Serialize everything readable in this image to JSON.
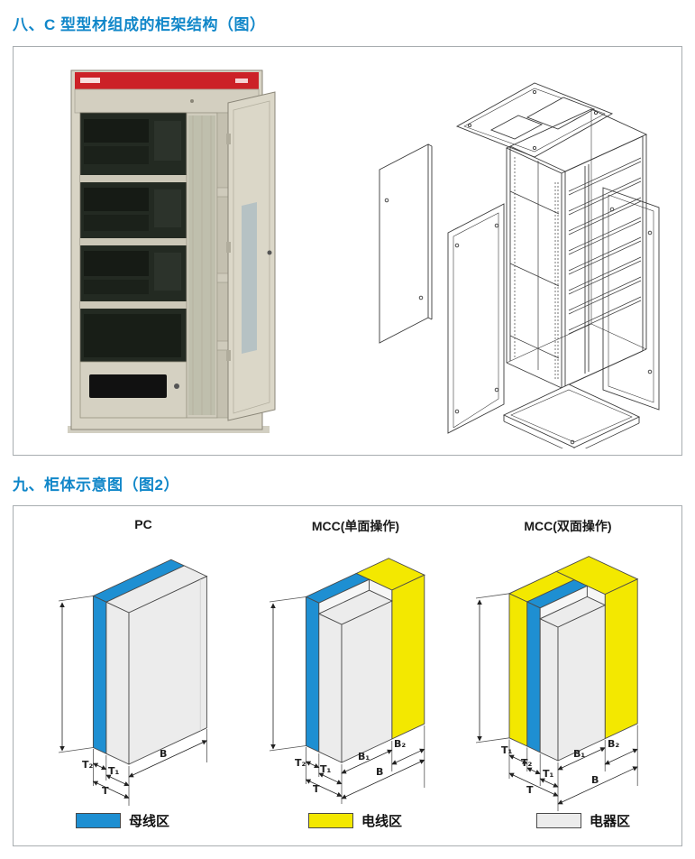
{
  "sections": {
    "one": {
      "heading": "八、C 型型材组成的柜架结构（图）"
    },
    "two": {
      "heading": "九、柜体示意图（图2）"
    }
  },
  "colors": {
    "heading": "#1187c9",
    "busbar": "#1e8fd2",
    "wire": "#f3e800",
    "device": "#ececec",
    "inner_face": "#f6f6f6",
    "outline": "#4a4a4a",
    "cabinet_red": "#cc2127",
    "cabinet_beige": "#d8d4c5"
  },
  "diagrams": [
    {
      "title": "PC",
      "dim_labels": {
        "t2": "T₂",
        "t1": "T₁",
        "t": "T",
        "b": "B"
      }
    },
    {
      "title": "MCC(单面操作)",
      "dim_labels": {
        "t2": "T₂",
        "t1": "T₁",
        "t": "T",
        "b1": "B₁",
        "b2": "B₂",
        "b": "B"
      }
    },
    {
      "title": "MCC(双面操作)",
      "dim_labels": {
        "t1a": "T₁",
        "t2": "T₂",
        "t1b": "T₁",
        "t": "T",
        "b1": "B₁",
        "b2": "B₂",
        "b": "B"
      }
    }
  ],
  "legend": [
    {
      "label": "母线区",
      "color": "#1e8fd2"
    },
    {
      "label": "电线区",
      "color": "#f3e800"
    },
    {
      "label": "电器区",
      "color": "#ececec"
    }
  ]
}
